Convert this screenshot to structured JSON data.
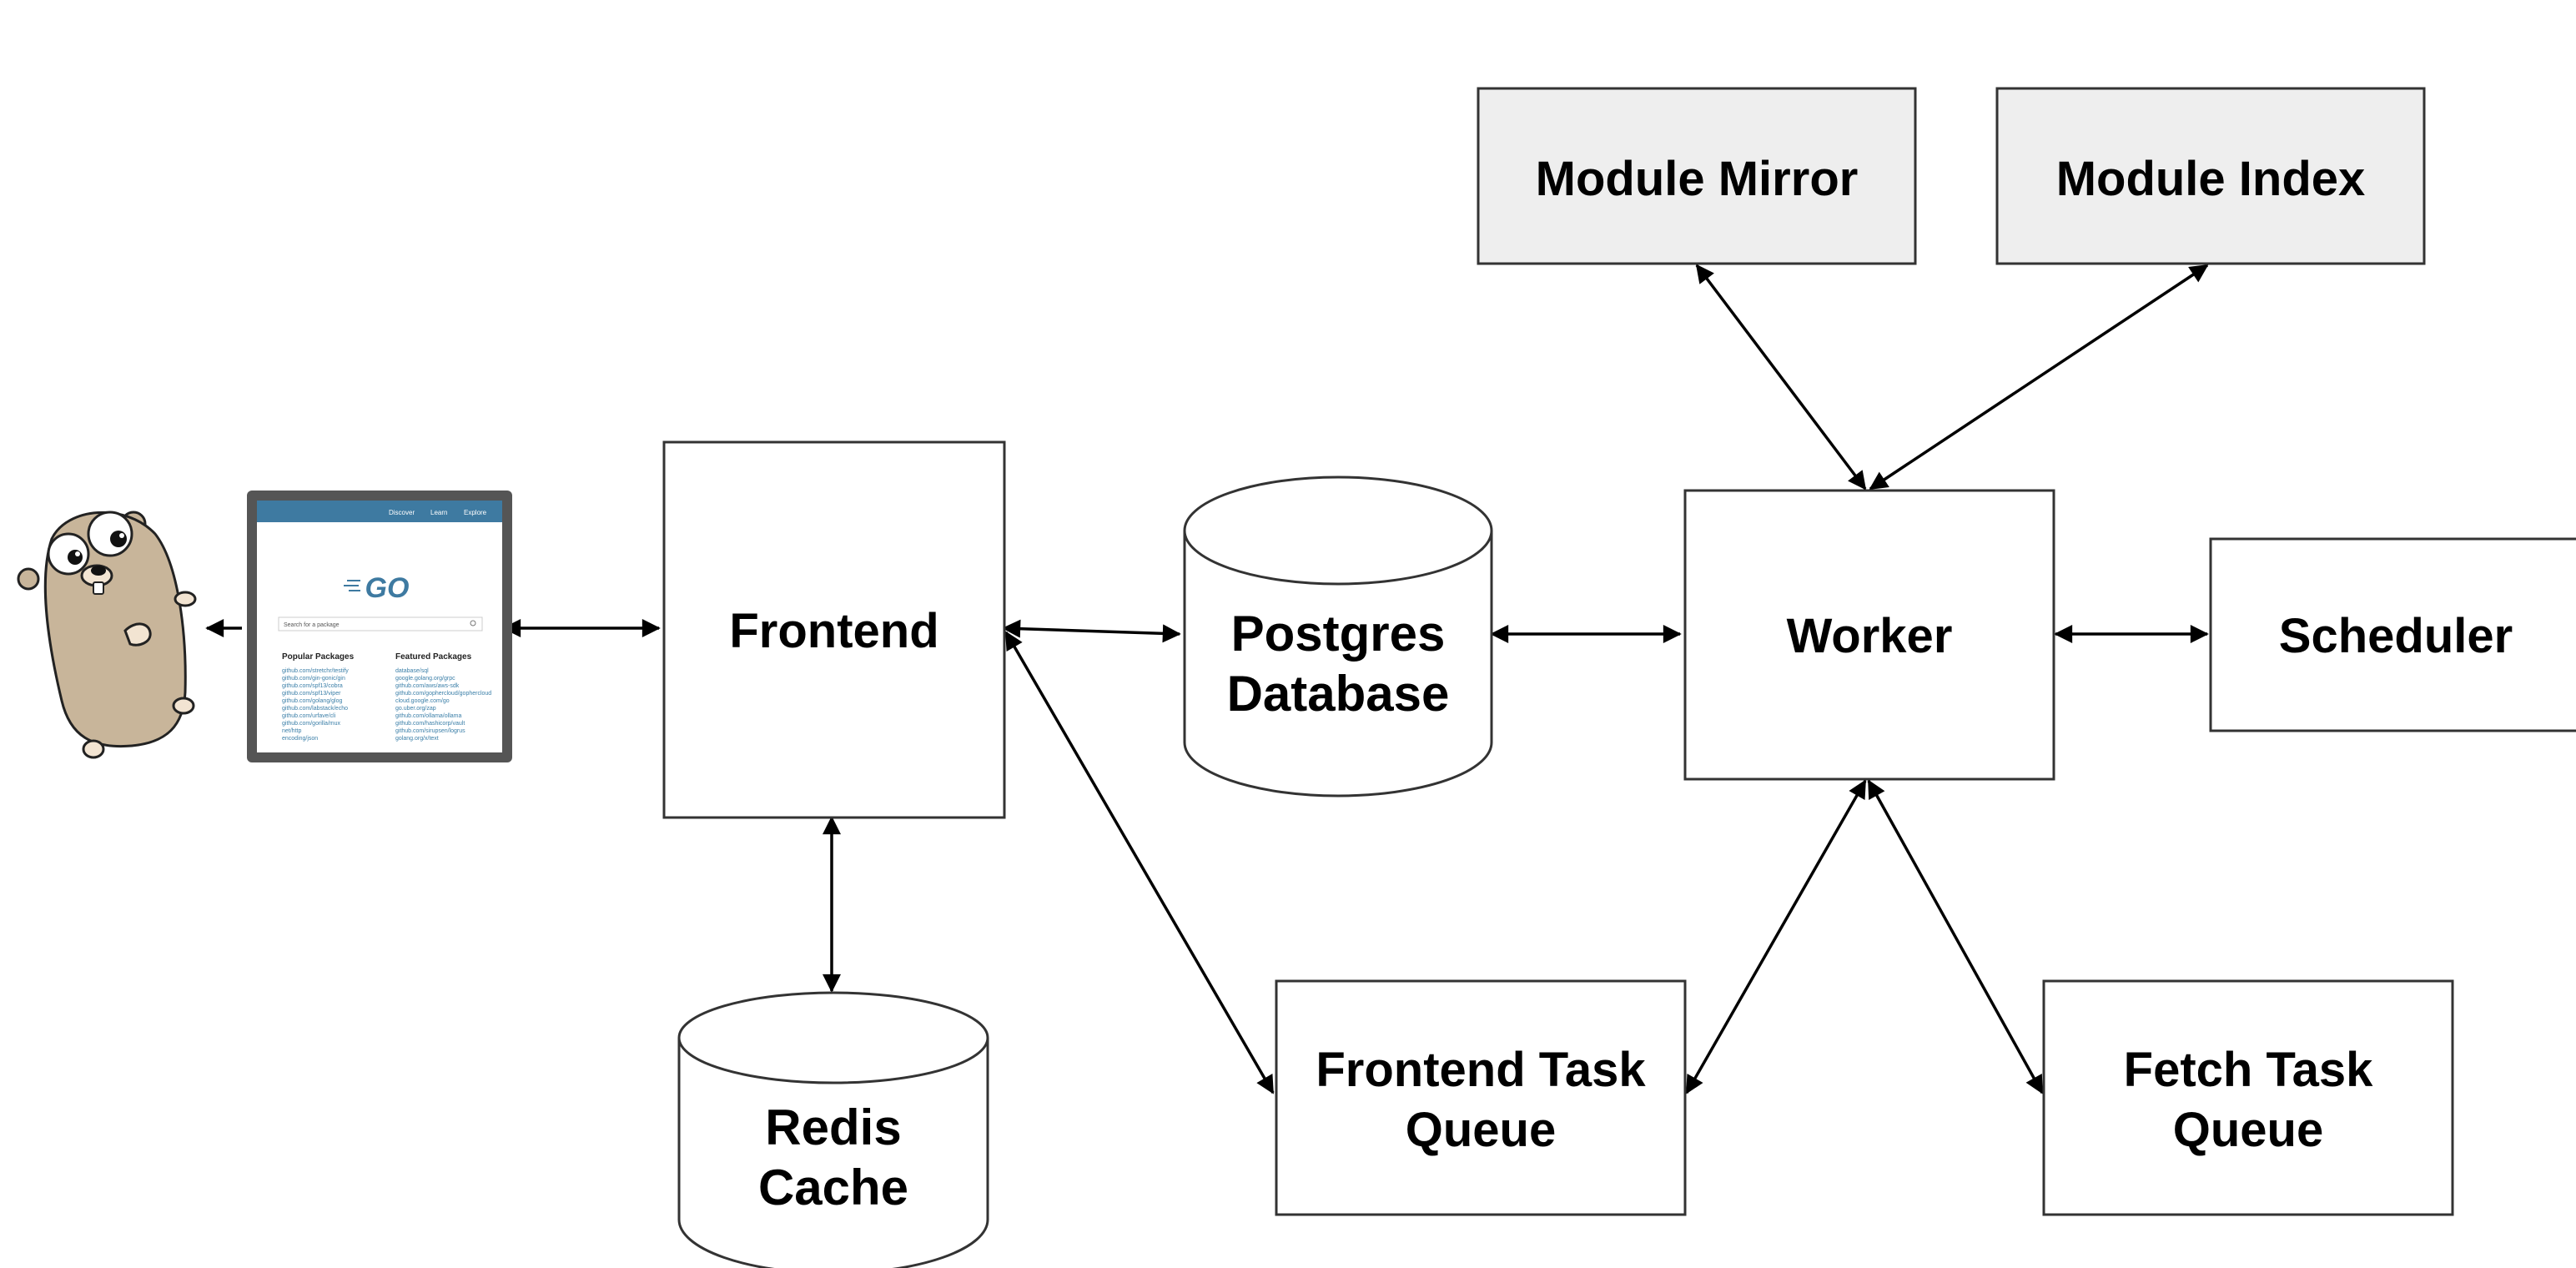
{
  "colors": {
    "external_box_fill": "#eeeeee",
    "box_fill": "#ffffff",
    "stroke": "#333333",
    "go_accent": "#3e7aa1",
    "gopher_body": "#c8b59a",
    "monitor_frame": "#555555"
  },
  "nodes": {
    "frontend": "Frontend",
    "postgres": [
      "Postgres",
      "Database"
    ],
    "worker": "Worker",
    "scheduler": "Scheduler",
    "module_mirror": "Module Mirror",
    "module_index": "Module Index",
    "redis": [
      "Redis",
      "Cache"
    ],
    "frontend_task_queue": [
      "Frontend Task",
      "Queue"
    ],
    "fetch_task_queue": [
      "Fetch Task",
      "Queue"
    ]
  },
  "screenshot": {
    "nav": [
      "Discover",
      "Learn",
      "Explore"
    ],
    "logo": "GO",
    "search_placeholder": "Search for a package",
    "popular_heading": "Popular Packages",
    "featured_heading": "Featured Packages",
    "popular": [
      "github.com/stretchr/testify",
      "github.com/gin-gonic/gin",
      "github.com/spf13/cobra",
      "github.com/spf13/viper",
      "github.com/golang/glog",
      "github.com/labstack/echo",
      "github.com/urfave/cli",
      "github.com/gorilla/mux",
      "net/http",
      "encoding/json"
    ],
    "featured": [
      "database/sql",
      "google.golang.org/grpc",
      "github.com/aws/aws-sdk",
      "github.com/gophercloud/gophercloud",
      "cloud.google.com/go",
      "go.uber.org/zap",
      "github.com/ollama/ollama",
      "github.com/hashicorp/vault",
      "github.com/sirupsen/logrus",
      "golang.org/x/text"
    ]
  },
  "icons": [
    "gopher-mascot-icon",
    "browser-screenshot-icon",
    "arrowhead-icon"
  ]
}
